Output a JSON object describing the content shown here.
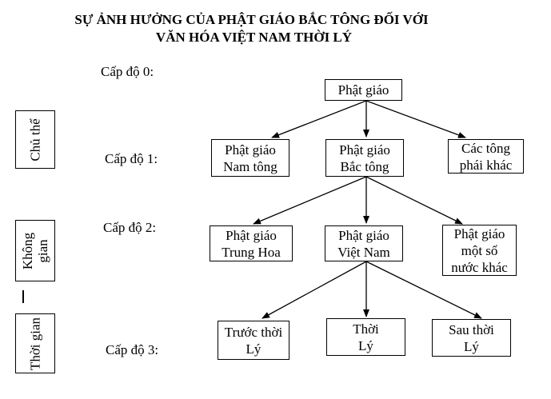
{
  "title": {
    "line1": "SỰ ẢNH HƯỞNG  CỦA PHẬT GIÁO BẮC TÔNG ĐỐI VỚI",
    "line2": "VĂN HÓA VIỆT NAM THỜI LÝ"
  },
  "levels": [
    "Cấp độ 0:",
    "Cấp độ 1:",
    "Cấp độ 2:",
    "Cấp độ 3:"
  ],
  "side_labels": {
    "chu_the": "Chủ thể",
    "khong_gian_1": "Không",
    "khong_gian_2": "gian",
    "dash": "–",
    "thoi_gian": "Thời gian"
  },
  "nodes": {
    "root": [
      "Phật giáo"
    ],
    "l1": [
      [
        "Phật giáo",
        "Nam tông"
      ],
      [
        "Phật giáo",
        "Bắc tông"
      ],
      [
        "Các tông",
        "phái khác"
      ]
    ],
    "l2": [
      [
        "Phật giáo",
        "Trung Hoa"
      ],
      [
        "Phật giáo",
        "Việt Nam"
      ],
      [
        "Phật giáo",
        "một số",
        "nước khác"
      ]
    ],
    "l3": [
      [
        "Trước thời",
        "Lý"
      ],
      [
        "Thời",
        "Lý"
      ],
      [
        "Sau thời",
        "Lý"
      ]
    ]
  }
}
